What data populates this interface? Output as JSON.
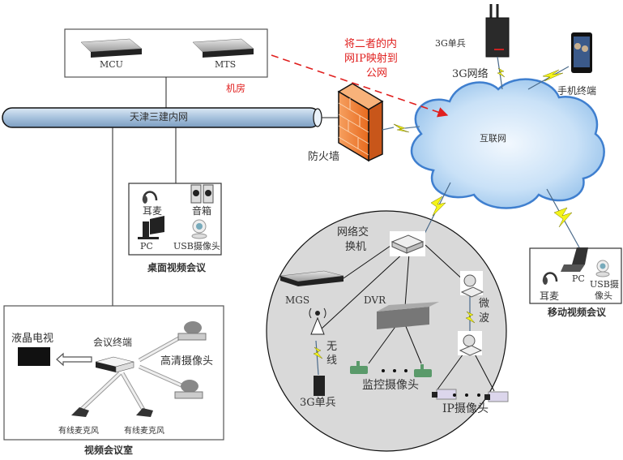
{
  "server_room": {
    "title": "机房",
    "devices": [
      {
        "label": "MCU",
        "icon": "rack-server-icon"
      },
      {
        "label": "MTS",
        "icon": "rack-server-icon"
      }
    ]
  },
  "annotation": {
    "lines": [
      "将二者的内",
      "网IP映射到",
      "公网"
    ],
    "color": "#e0201f"
  },
  "lan": {
    "label": "天津三建内网"
  },
  "firewall": {
    "label": "防火墙"
  },
  "internet": {
    "label": "互联网"
  },
  "mobile_top": {
    "unit_3g": {
      "label": "3G单兵"
    },
    "network_3g": {
      "label": "3G网络"
    },
    "phone": {
      "label": "手机终端"
    }
  },
  "desktop_conf": {
    "title": "桌面视频会议",
    "items": [
      {
        "label": "耳麦",
        "icon": "headset-icon"
      },
      {
        "label": "音箱",
        "icon": "speaker-icon"
      },
      {
        "label": "PC",
        "icon": "desktop-pc-icon"
      },
      {
        "label": "USB摄像头",
        "icon": "webcam-icon"
      }
    ]
  },
  "conf_room": {
    "title": "视频会议室",
    "tv": "液晶电视",
    "terminal": "会议终端",
    "hd_camera": "高清摄像头",
    "mic_1": "有线麦克风",
    "mic_2": "有线麦克风"
  },
  "field_network": {
    "switch": [
      "网络交",
      "换机"
    ],
    "mgs": "MGS",
    "dvr": "DVR",
    "wireless": [
      "无",
      "线"
    ],
    "unit_3g": "3G单兵",
    "surveillance_cam": "监控摄像头",
    "microwave": [
      "微",
      "波"
    ],
    "ip_cam": "IP摄像头"
  },
  "mobile_conf": {
    "title": "移动视频会议",
    "items": [
      {
        "label": "耳麦",
        "icon": "headset-icon"
      },
      {
        "label": "PC",
        "icon": "laptop-icon"
      },
      {
        "label": "USB摄像头",
        "icon": "webcam-icon",
        "lines": [
          "USB摄",
          "像头"
        ]
      }
    ]
  },
  "colors": {
    "cloud": "#a9cff2",
    "cloud_border": "#3f7fcf",
    "lightning": "#f4f41a",
    "firewall": "#f0823a",
    "field_bg": "#d9d9d9",
    "pipe": "#a7c2dd"
  }
}
